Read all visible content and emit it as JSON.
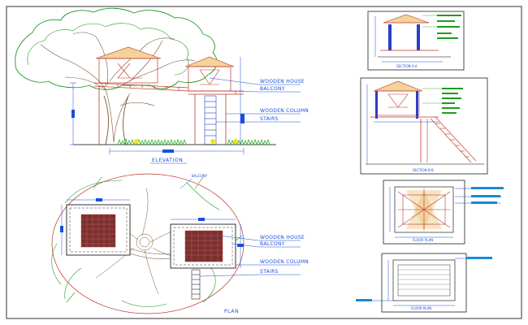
{
  "drawing": {
    "elevation": {
      "title": "ELEVATION",
      "callouts": [
        "WOODEN HOUSE",
        "BALCONY",
        "WOODEN COLUMN",
        "STAIRS"
      ]
    },
    "plan": {
      "title": "PLAN",
      "callouts": [
        "WOODEN HOUSE",
        "BALCONY",
        "WOODEN COLUMN",
        "STAIRS"
      ],
      "tag": "BALCONY"
    },
    "section_aa": {
      "title": "SECTION A-A"
    },
    "section_bb": {
      "title": "SECTION B-B"
    },
    "floor_plan_1": {
      "title": "FLOOR PLAN"
    },
    "floor_plan_2": {
      "title": "FLOOR PLAN"
    }
  },
  "colors": {
    "frame": "#000000",
    "tree_outline": "#1f9a1f",
    "trunk": "#7a5230",
    "wood": "#c0342b",
    "roof": "#e8b25a",
    "dimension": "#1a4fd8",
    "grass": "#2fb52f",
    "steel": "#2a3fc7"
  }
}
